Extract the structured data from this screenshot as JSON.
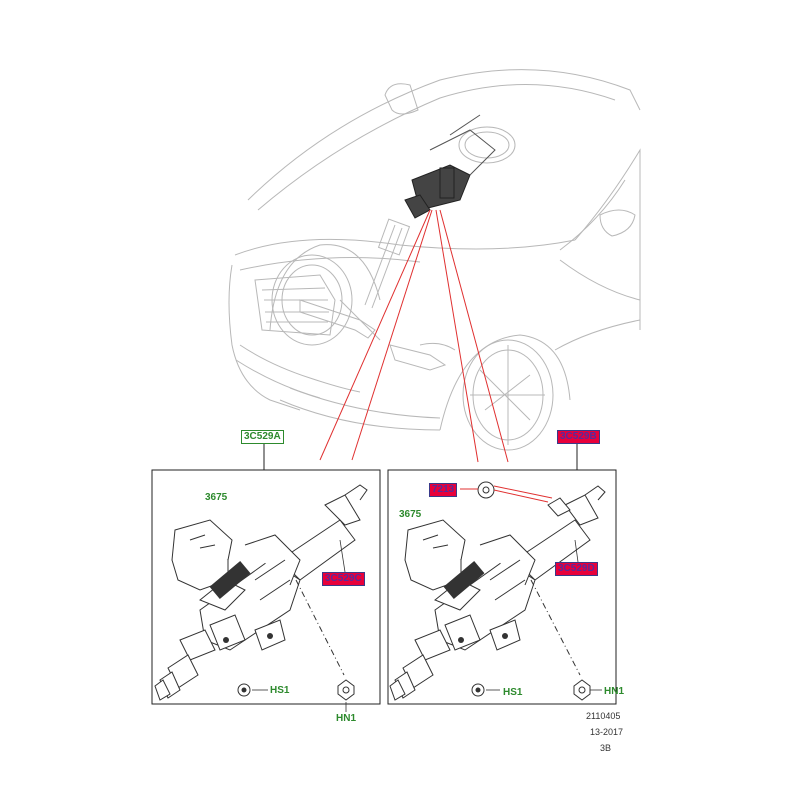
{
  "callouts": {
    "assembly_left": "3C529A",
    "assembly_right": "3C529B",
    "motor_left": "3675",
    "motor_right": "3675",
    "column_left": "3C529C",
    "column_right": "3C529D",
    "cap_right": "7213",
    "bolt_left": "HS1",
    "bolt_right": "HS1",
    "nut_left": "HN1",
    "nut_right": "HN1"
  },
  "reference": {
    "drawing_number": "2110405",
    "date_code": "13-2017",
    "revision": "3B"
  },
  "colors": {
    "line": "#b0b0b0",
    "dark": "#333333",
    "green_label": "#2d8a2d",
    "red_highlight": "#e8003a",
    "leader_red": "#e03030"
  }
}
